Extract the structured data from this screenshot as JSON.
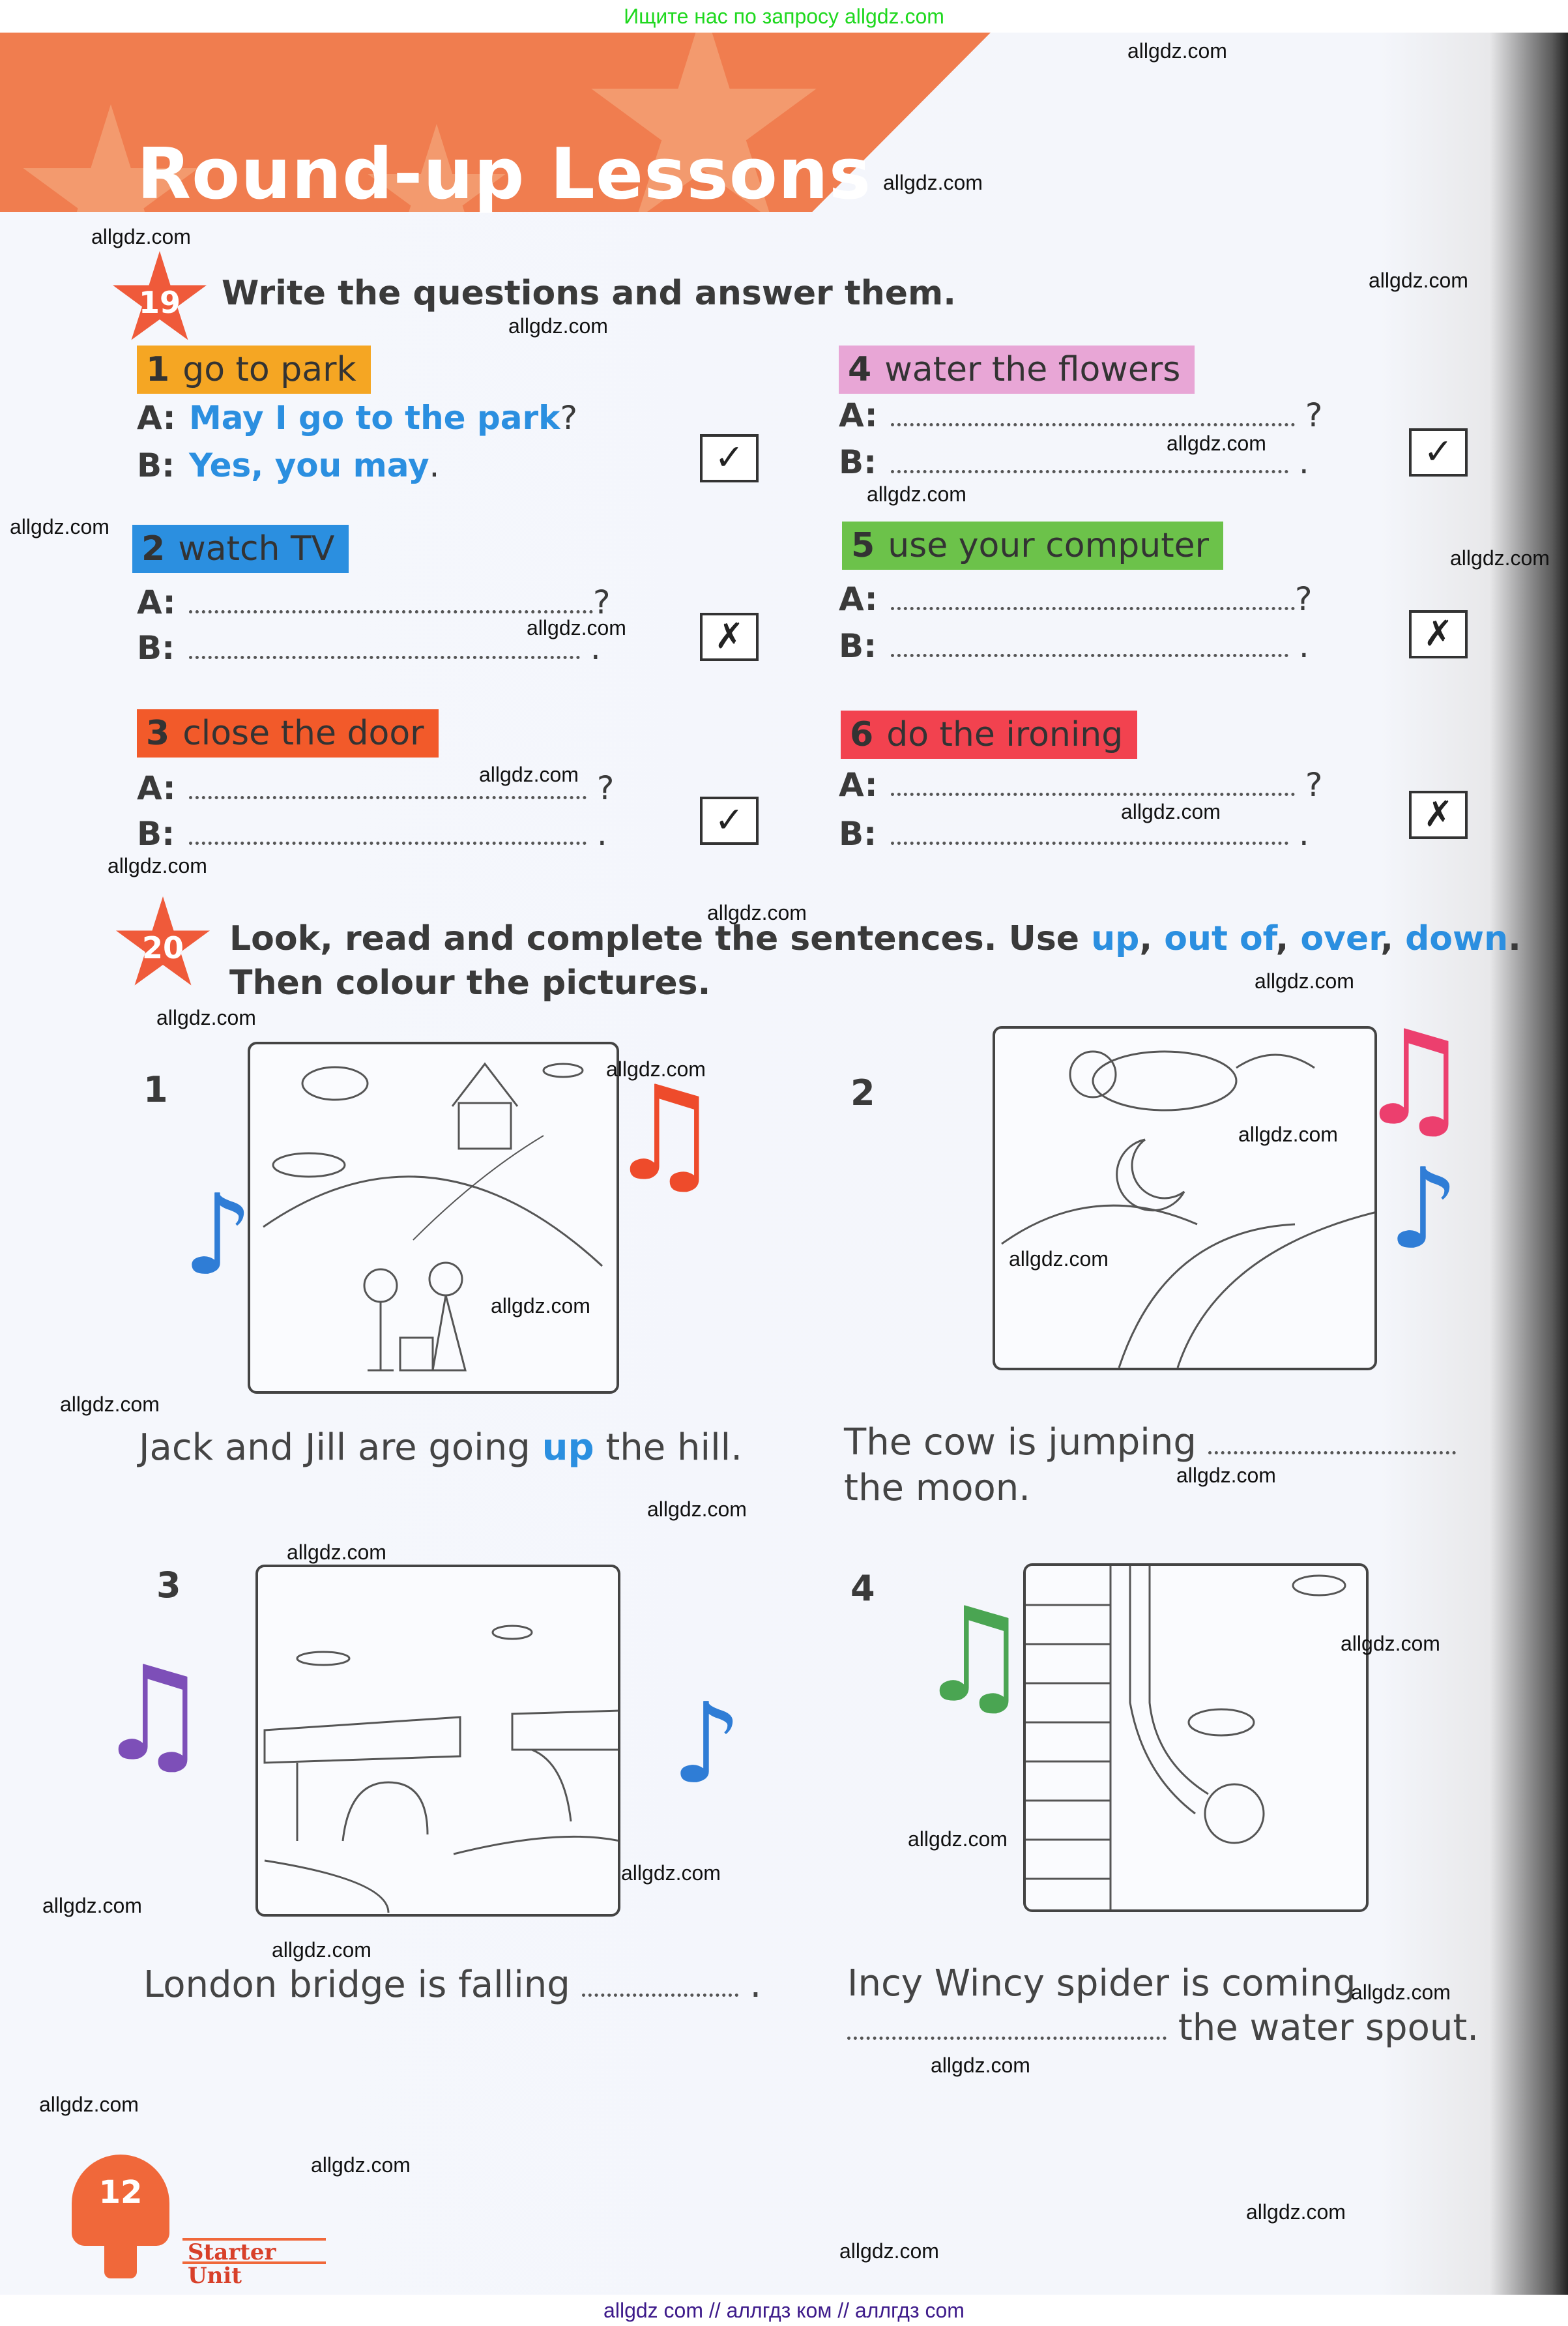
{
  "top_banner_text": "Ищите нас по запросу allgdz.com",
  "header": {
    "title": "Round-up Lessons"
  },
  "exercise19": {
    "number": "19",
    "instruction": "Write the questions and answer them.",
    "items": [
      {
        "num": "1",
        "prompt": "go to park",
        "color": "#f5a623",
        "a_label": "A:",
        "a_text": "May I go to the park",
        "a_end": "?",
        "b_label": "B:",
        "b_text": "Yes, you may",
        "b_end": ".",
        "mark": "✓"
      },
      {
        "num": "2",
        "prompt": "watch TV",
        "color": "#2b8fe0",
        "a_label": "A:",
        "a_end": "?",
        "b_label": "B:",
        "b_end": ".",
        "mark": "✗"
      },
      {
        "num": "3",
        "prompt": "close the door",
        "color": "#f25a2a",
        "a_label": "A:",
        "a_end": "?",
        "b_label": "B:",
        "b_end": ".",
        "mark": "✓"
      },
      {
        "num": "4",
        "prompt": "water the flowers",
        "color": "#e8a6d6",
        "a_label": "A:",
        "a_end": "?",
        "b_label": "B:",
        "b_end": ".",
        "mark": "✓"
      },
      {
        "num": "5",
        "prompt": "use your computer",
        "color": "#6cc24a",
        "a_label": "A:",
        "a_end": "?",
        "b_label": "B:",
        "b_end": ".",
        "mark": "✗"
      },
      {
        "num": "6",
        "prompt": "do the ironing",
        "color": "#f2424f",
        "a_label": "A:",
        "a_end": "?",
        "b_label": "B:",
        "b_end": ".",
        "mark": "✗"
      }
    ]
  },
  "exercise20": {
    "number": "20",
    "instruction_part1": "Look, read and complete the sentences. Use ",
    "words": [
      "up",
      "out of",
      "over",
      "down"
    ],
    "instruction_part2": "Then colour the pictures.",
    "pictures": [
      {
        "num": "1",
        "sentence_before": "Jack and Jill are going ",
        "answer": "up",
        "sentence_after": " the hill."
      },
      {
        "num": "2",
        "sentence_before": "The cow is jumping ",
        "sentence_after": "the moon."
      },
      {
        "num": "3",
        "sentence_before": "London bridge is falling ",
        "sentence_after": "."
      },
      {
        "num": "4",
        "sentence_before": "Incy Wincy spider is coming",
        "sentence_after": "the water spout."
      }
    ]
  },
  "footer": {
    "page_number": "12",
    "unit_label": "Starter Unit",
    "bottom_text": "allgdz com  //  аллгдз ком  //  аллгдз com"
  },
  "watermark": "allgdz.com",
  "colors": {
    "banner": "#f07d4f",
    "accent_blue": "#2b8fe0",
    "star": "#ef5a3a"
  }
}
